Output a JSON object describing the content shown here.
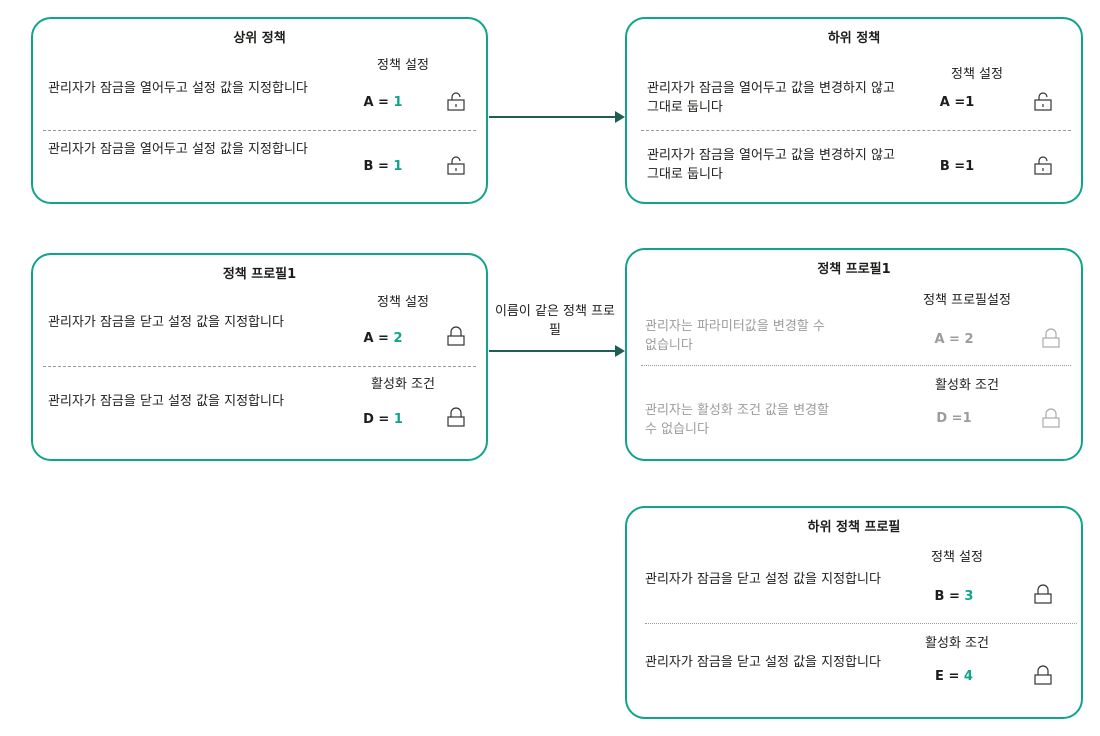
{
  "colors": {
    "accent": "#10a48a",
    "arrow": "#1f5e55",
    "muted_text": "#9c9c9c",
    "divider": "#9a9a9a"
  },
  "parent_policy": {
    "title": "상위 정책",
    "section_label": "정책 설정",
    "rows": [
      {
        "description": "관리자가 잠금을 열어두고 설정 값을 지정합니다",
        "key": "A =",
        "value": "1",
        "lock": "unlocked-lock-icon"
      },
      {
        "description": "관리자가 잠금을 열어두고 설정 값을 지정합니다",
        "key": "B =",
        "value": "1",
        "lock": "unlocked-lock-icon"
      }
    ]
  },
  "child_policy": {
    "title": "하위 정책",
    "section_label": "정책 설정",
    "rows": [
      {
        "description": "관리자가 잠금을 열어두고 값을 변경하지 않고 그대로 둡니다",
        "key": "A =",
        "value": "1",
        "lock": "unlocked-lock-icon"
      },
      {
        "description": "관리자가 잠금을 열어두고 값을 변경하지 않고 그대로 둡니다",
        "key": "B =",
        "value": "1",
        "lock": "unlocked-lock-icon"
      }
    ]
  },
  "parent_profile": {
    "title": "정책 프로필1",
    "rows": [
      {
        "section_label": "정책 설정",
        "description": "관리자가 잠금을 닫고 설정 값을 지정합니다",
        "key": "A =",
        "value": "2",
        "lock": "locked-lock-icon"
      },
      {
        "section_label": "활성화 조건",
        "description": "관리자가 잠금을 닫고 설정 값을 지정합니다",
        "key": "D =",
        "value": "1",
        "lock": "locked-lock-icon"
      }
    ]
  },
  "inherited_profile": {
    "title": "정책 프로필1",
    "rows": [
      {
        "section_label": "정책 프로필설정",
        "description": "관리자는 파라미터값을 변경할 수 없습니다",
        "key": "A =",
        "value": "2",
        "lock": "locked-lock-icon"
      },
      {
        "section_label": "활성화 조건",
        "description": "관리자는 활성화 조건 값을 변경할 수 없습니다",
        "key": "D =",
        "value": "1",
        "lock": "locked-lock-icon"
      }
    ]
  },
  "child_profile": {
    "title": "하위 정책 프로필",
    "rows": [
      {
        "section_label": "정책 설정",
        "description": "관리자가 잠금을 닫고 설정 값을 지정합니다",
        "key": "B =",
        "value": "3",
        "lock": "locked-lock-icon"
      },
      {
        "section_label": "활성화 조건",
        "description": "관리자가 잠금을 닫고 설정 값을 지정합니다",
        "key": "E =",
        "value": "4",
        "lock": "locked-lock-icon"
      }
    ]
  },
  "arrows": {
    "policy_inheritance_label": "",
    "profile_inheritance_label": "이름이 같은 정책 프로필"
  }
}
